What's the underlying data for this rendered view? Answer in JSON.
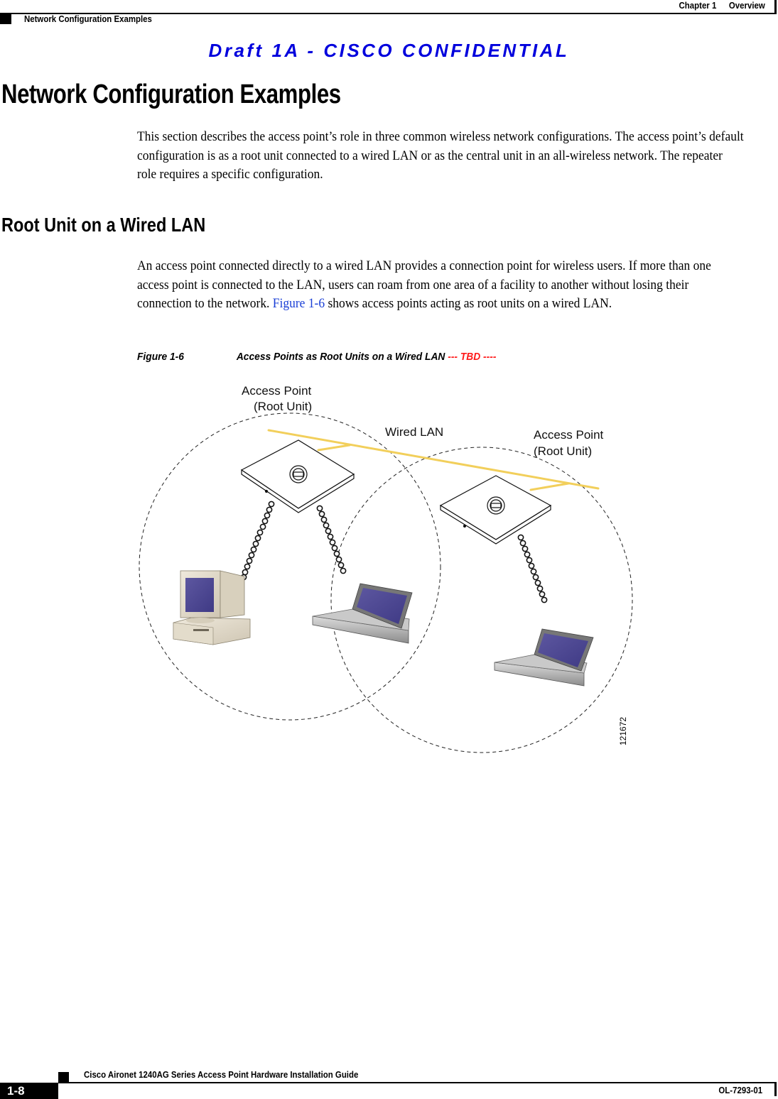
{
  "header": {
    "chapter": "Chapter 1",
    "chapter_title": "Overview",
    "section": "Network Configuration Examples"
  },
  "draft_banner": "Draft 1A - CISCO CONFIDENTIAL",
  "section": {
    "title": "Network Configuration Examples",
    "intro": "This section describes the access point’s role in three common wireless network configurations. The access point’s default configuration is as a root unit connected to a wired LAN or as the central unit in an all-wireless network. The repeater role requires a specific configuration."
  },
  "subsection": {
    "title": "Root Unit on a Wired LAN",
    "body_before_link": "An access point connected directly to a wired LAN provides a connection point for wireless users. If more than one access point is connected to the LAN, users can roam from one area of a facility to another without losing their connection to the network. ",
    "link_text": "Figure 1-6",
    "body_after_link": " shows access points acting as root units on a wired LAN."
  },
  "figure": {
    "number": "Figure 1-6",
    "caption": "Access Points as Root Units on a Wired LAN",
    "tbd": "--- TBD ----",
    "labels": {
      "ap_left_line1": "Access Point",
      "ap_left_line2": "(Root Unit)",
      "wired_lan": "Wired LAN",
      "ap_right_line1": "Access Point",
      "ap_right_line2": "(Root Unit)"
    },
    "figure_id": "121672",
    "colors": {
      "lan_cable": "#f2cf5b",
      "screen": "#4d4690",
      "desktop_body": "#e6dfcf",
      "laptop_body": "#b4b4b4"
    }
  },
  "footer": {
    "guide_title": "Cisco Aironet 1240AG Series Access Point Hardware Installation Guide",
    "page_number": "1-8",
    "doc_number": "OL-7293-01"
  },
  "colors": {
    "draft_banner": "#0000dd",
    "link": "#1a3fd6",
    "tbd": "#ff1a1a"
  }
}
